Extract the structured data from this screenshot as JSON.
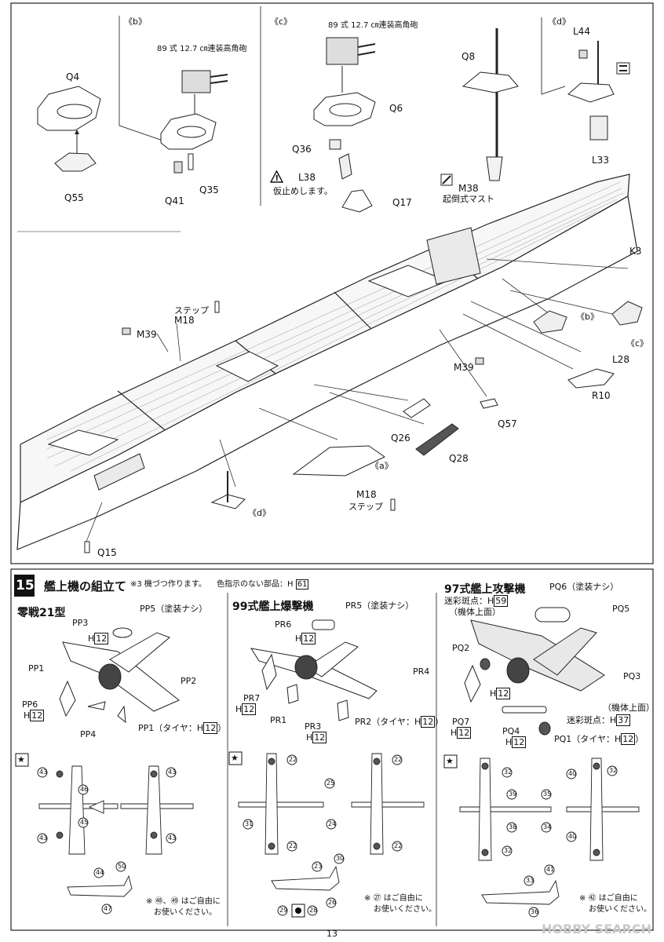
{
  "top_panels": {
    "b": {
      "tag": "《b》",
      "gun_label": "89 式 12.7 ㎝連装高角砲",
      "parts": [
        "Q4",
        "Q55",
        "Q41",
        "Q35"
      ]
    },
    "c": {
      "tag": "《c》",
      "gun_label": "89 式 12.7 ㎝連装高角砲",
      "parts": [
        "Q6",
        "Q36",
        "L38",
        "Q17"
      ],
      "note": "仮止めします。"
    },
    "mast": {
      "parts": [
        "Q8",
        "M38"
      ],
      "note": "起倒式マスト"
    },
    "d": {
      "tag": "《d》",
      "parts": [
        "L44",
        "L33"
      ]
    }
  },
  "ship_labels": {
    "step_top": "ステップ",
    "m18_top": "M18",
    "m39_left": "M39",
    "k3": "K3",
    "b_ref": "《b》",
    "c_ref": "《c》",
    "l28": "L28",
    "r10": "R10",
    "m39_right": "M39",
    "q57": "Q57",
    "q26": "Q26",
    "q28": "Q28",
    "a_ref": "《a》",
    "m18_bottom": "M18",
    "step_bottom": "ステップ",
    "d_ref": "《d》",
    "q15": "Q15"
  },
  "section15": {
    "number": "15",
    "title": "艦上機の組立て",
    "note": "※3 機づつ作ります。",
    "unpainted_note": "色指示のない部品：",
    "unpainted_color": "H",
    "unpainted_code": "61"
  },
  "zero": {
    "title": "零戦21型",
    "labels": {
      "pp3": "PP3",
      "pp5": "PP5（塗装ナシ）",
      "h1": "H",
      "h1c": "12",
      "pp1": "PP1",
      "pp2": "PP2",
      "pp6": "PP6",
      "h2": "H",
      "h2c": "12",
      "pp4": "PP4",
      "pp1tire": "PP1（タイヤ：H",
      "pp1tire_c": "12",
      "pp1tire_end": "）"
    },
    "decals": [
      "43",
      "46",
      "45",
      "43",
      "43",
      "43",
      "44",
      "50",
      "47"
    ],
    "note1": "※ ㊽、㊾ はご自由に",
    "note2": "お使いください。"
  },
  "val": {
    "title": "99式艦上爆撃機",
    "labels": {
      "pr5": "PR5（塗装ナシ）",
      "pr6": "PR6",
      "h1": "H",
      "h1c": "12",
      "pr4": "PR4",
      "pr7": "PR7",
      "h2": "H",
      "h2c": "12",
      "pr1": "PR1",
      "pr3": "PR3",
      "h3": "H",
      "h3c": "12",
      "pr2": "PR2（タイヤ：H",
      "pr2c": "12",
      "pr2end": "）"
    },
    "decals": [
      "22",
      "25",
      "31",
      "24",
      "22",
      "22",
      "22",
      "23",
      "30",
      "26",
      "29",
      "28"
    ],
    "note1": "※ ㉗ はご自由に",
    "note2": "お使いください。"
  },
  "kate": {
    "title": "97式艦上攻撃機",
    "labels": {
      "camo1": "迷彩斑点：H",
      "camo1c": "59",
      "camo1sub": "（機体上面）",
      "pq6": "PQ6（塗装ナシ）",
      "pq5": "PQ5",
      "pq2": "PQ2",
      "pq3": "PQ3",
      "h1": "H",
      "h1c": "12",
      "pq7": "PQ7",
      "h2": "H",
      "h2c": "12",
      "camo2sub": "（機体上面）",
      "camo2": "迷彩斑点：H",
      "camo2c": "37",
      "pq4": "PQ4",
      "h3": "H",
      "h3c": "12",
      "pq1": "PQ1（タイヤ：H",
      "pq1c": "12",
      "pq1end": "）"
    },
    "decals": [
      "32",
      "39",
      "35",
      "38",
      "34",
      "32",
      "32",
      "40",
      "40",
      "41",
      "33",
      "36"
    ],
    "note1": "※ ㊷ はご自由に",
    "note2": "お使いください。"
  },
  "page_number": "13",
  "watermark": "HOBBY SEARCH"
}
